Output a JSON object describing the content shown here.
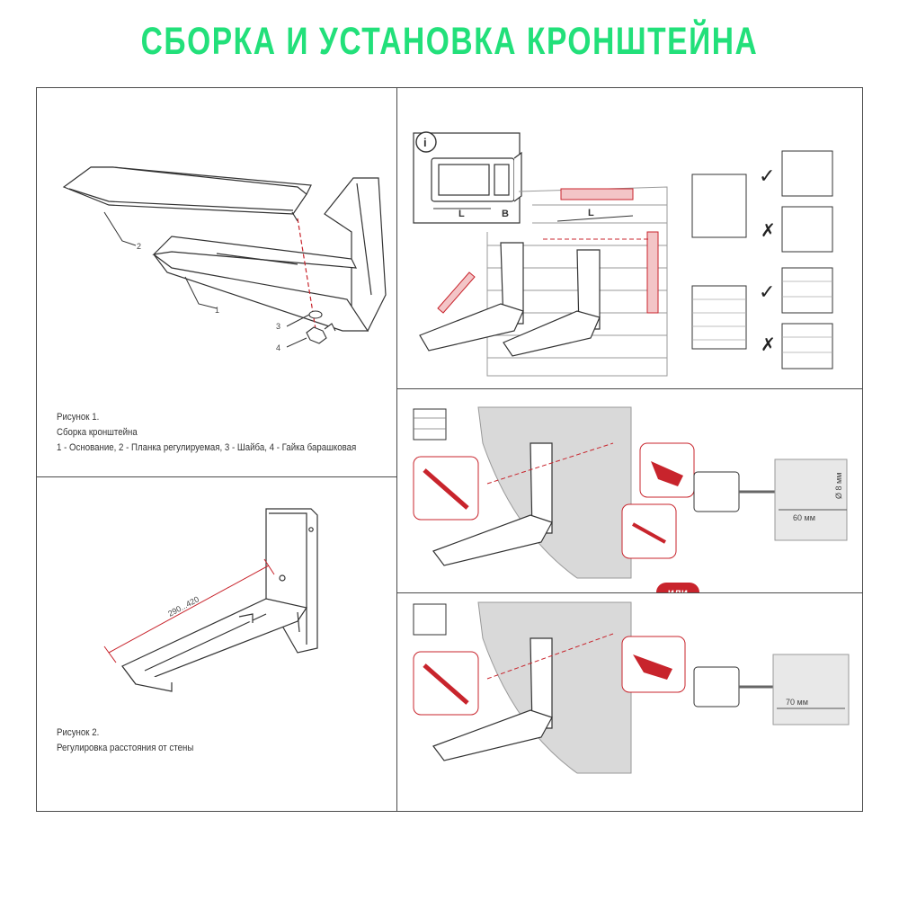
{
  "title": "СБОРКА И УСТАНОВКА КРОНШТЕЙНА",
  "figure1": {
    "caption_title": "Рисунок 1.",
    "caption_subtitle": "Сборка кронштейна",
    "caption_legend": "1 - Основание, 2 - Планка регулируемая,  3 - Шайба, 4 - Гайка барашковая",
    "labels": [
      "1",
      "2",
      "3",
      "4"
    ]
  },
  "figure2": {
    "caption_title": "Рисунок 2.",
    "caption_subtitle": "Регулировка расстояния от стены",
    "range_label": "290...420"
  },
  "step_measure": {
    "info_icon": "i",
    "dim_l": "L",
    "dim_b": "B",
    "wall_dim_l": "L"
  },
  "step_install": {
    "drill_diameter": "Ø 8 мм",
    "drill_depth": "60 мм",
    "or_label": "или"
  },
  "step_install_alt": {
    "drill_depth": "70 мм"
  },
  "colors": {
    "title_green": "#22e07a",
    "accent_red": "#c8242c"
  }
}
